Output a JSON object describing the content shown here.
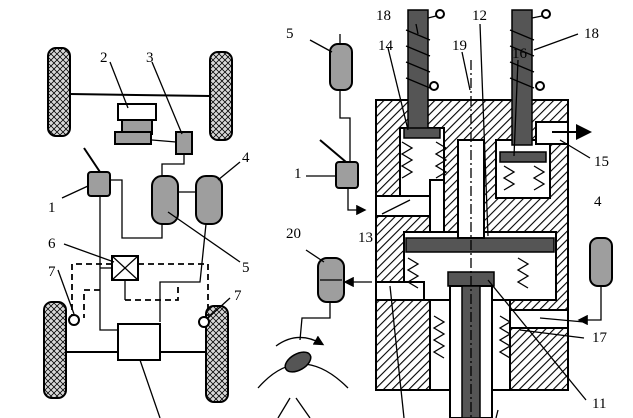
{
  "diagram": {
    "labels": {
      "l1_left": "1",
      "l2": "2",
      "l3": "3",
      "l4_left": "4",
      "l5_left": "5",
      "l6": "6",
      "l7_left": "7",
      "l7_right": "7",
      "l5_mid": "5",
      "l1_mid": "1",
      "l20": "20",
      "l13": "13",
      "l14": "14",
      "l18_left": "18",
      "l19": "19",
      "l12": "12",
      "l16": "16",
      "l18_right": "18",
      "l15": "15",
      "l4_right": "4",
      "l17": "17",
      "l11": "11"
    }
  }
}
